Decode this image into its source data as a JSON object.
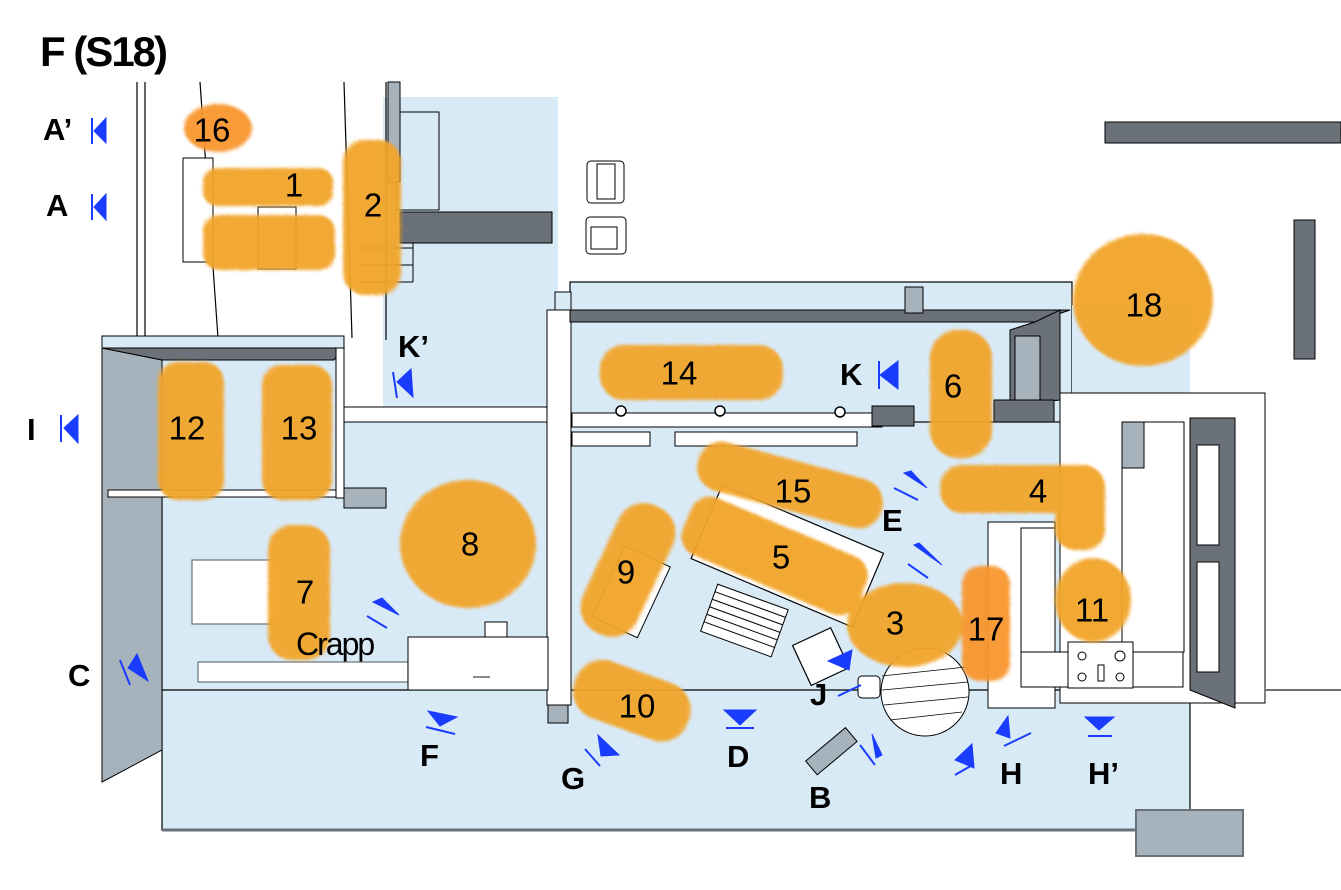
{
  "title": "F (S18)",
  "colors": {
    "floor": "#d9eaf7",
    "wall_dark": "#6b7178",
    "wall_grey": "#a7b3bc",
    "zone_orange": "#f2a52a",
    "zone_orange_bright": "#f8962e",
    "marker_blue": "#1a3cff",
    "outline": "#000000"
  },
  "zones": [
    {
      "id": "1",
      "label": "1"
    },
    {
      "id": "2",
      "label": "2"
    },
    {
      "id": "3",
      "label": "3"
    },
    {
      "id": "4",
      "label": "4"
    },
    {
      "id": "5",
      "label": "5"
    },
    {
      "id": "6",
      "label": "6"
    },
    {
      "id": "7",
      "label": "7"
    },
    {
      "id": "8",
      "label": "8"
    },
    {
      "id": "9",
      "label": "9"
    },
    {
      "id": "10",
      "label": "10"
    },
    {
      "id": "11",
      "label": "11"
    },
    {
      "id": "12",
      "label": "12"
    },
    {
      "id": "13",
      "label": "13"
    },
    {
      "id": "14",
      "label": "14"
    },
    {
      "id": "15",
      "label": "15"
    },
    {
      "id": "16",
      "label": "16"
    },
    {
      "id": "17",
      "label": "17"
    },
    {
      "id": "18",
      "label": "18"
    }
  ],
  "viewpoints": [
    {
      "id": "A'",
      "label": "A’",
      "icon": "view-marker-left"
    },
    {
      "id": "A",
      "label": "A",
      "icon": "view-marker-left"
    },
    {
      "id": "I",
      "label": "I",
      "icon": "view-marker-left"
    },
    {
      "id": "K'",
      "label": "K’",
      "icon": "view-marker-diagonal"
    },
    {
      "id": "K",
      "label": "K",
      "icon": "view-marker-left"
    },
    {
      "id": "C",
      "label": "C",
      "icon": "view-marker-diagonal"
    },
    {
      "id": "E",
      "label": "E",
      "icon": "view-marker-diagonal"
    },
    {
      "id": "F",
      "label": "F",
      "icon": "view-marker-diagonal"
    },
    {
      "id": "G",
      "label": "G",
      "icon": "view-marker-diagonal"
    },
    {
      "id": "D",
      "label": "D",
      "icon": "view-marker-down"
    },
    {
      "id": "J",
      "label": "J",
      "icon": "view-marker-diagonal"
    },
    {
      "id": "B",
      "label": "B",
      "icon": "view-marker-diagonal"
    },
    {
      "id": "H",
      "label": "H",
      "icon": "view-marker-diagonal"
    },
    {
      "id": "H'",
      "label": "H’",
      "icon": "view-marker-down"
    }
  ],
  "annotations": {
    "crapp": "Crapp"
  }
}
